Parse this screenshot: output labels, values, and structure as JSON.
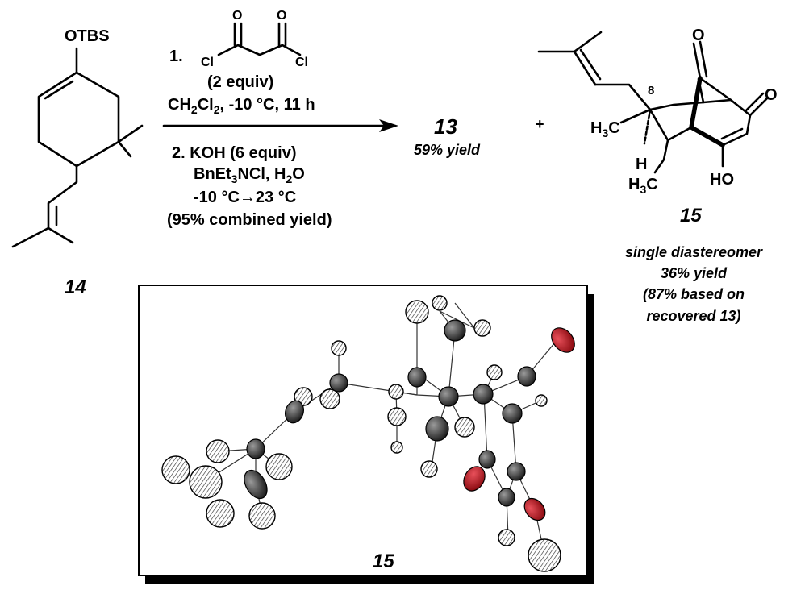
{
  "reactant": {
    "substituent": "OTBS",
    "number": "14"
  },
  "conditions": {
    "step1_num": "1.",
    "step1_cl_left": "Cl",
    "step1_cl_right": "Cl",
    "step1_o_left": "O",
    "step1_o_right": "O",
    "step1_equiv": "(2 equiv)",
    "step1_solvent": "CH",
    "step1_solvent_sub2": "2",
    "step1_solvent_cl": "Cl",
    "step1_solvent_sub2b": "2",
    "step1_rest": ", -10 °C, 11 h",
    "step2_line1": "2. KOH (6 equiv)",
    "step2_line2_a": "BnEt",
    "step2_line2_sub3": "3",
    "step2_line2_b": "NCl, H",
    "step2_line2_sub2": "2",
    "step2_line2_c": "O",
    "step2_line3": "-10 °C→23 °C",
    "step2_line4": "(95% combined yield)"
  },
  "product13": {
    "number": "13",
    "yield": "59% yield"
  },
  "plus": "+",
  "product15": {
    "o_top": "O",
    "o_right": "O",
    "locant": "8",
    "h3c_top": "H",
    "h3c_top_sub": "3",
    "h3c_top_c": "C",
    "h": "H",
    "h3c_bottom": "H",
    "h3c_bottom_sub": "3",
    "h3c_bottom_c": "C",
    "ho": "HO",
    "number": "15",
    "note_line1": "single diastereomer",
    "note_line2": "36% yield",
    "note_line3": "(87% based on",
    "note_line4": "recovered 13)"
  },
  "crystal": {
    "label": "15"
  },
  "colors": {
    "oxygen": "#c0141c",
    "carbon": "#333333",
    "shadow": "#000000"
  }
}
